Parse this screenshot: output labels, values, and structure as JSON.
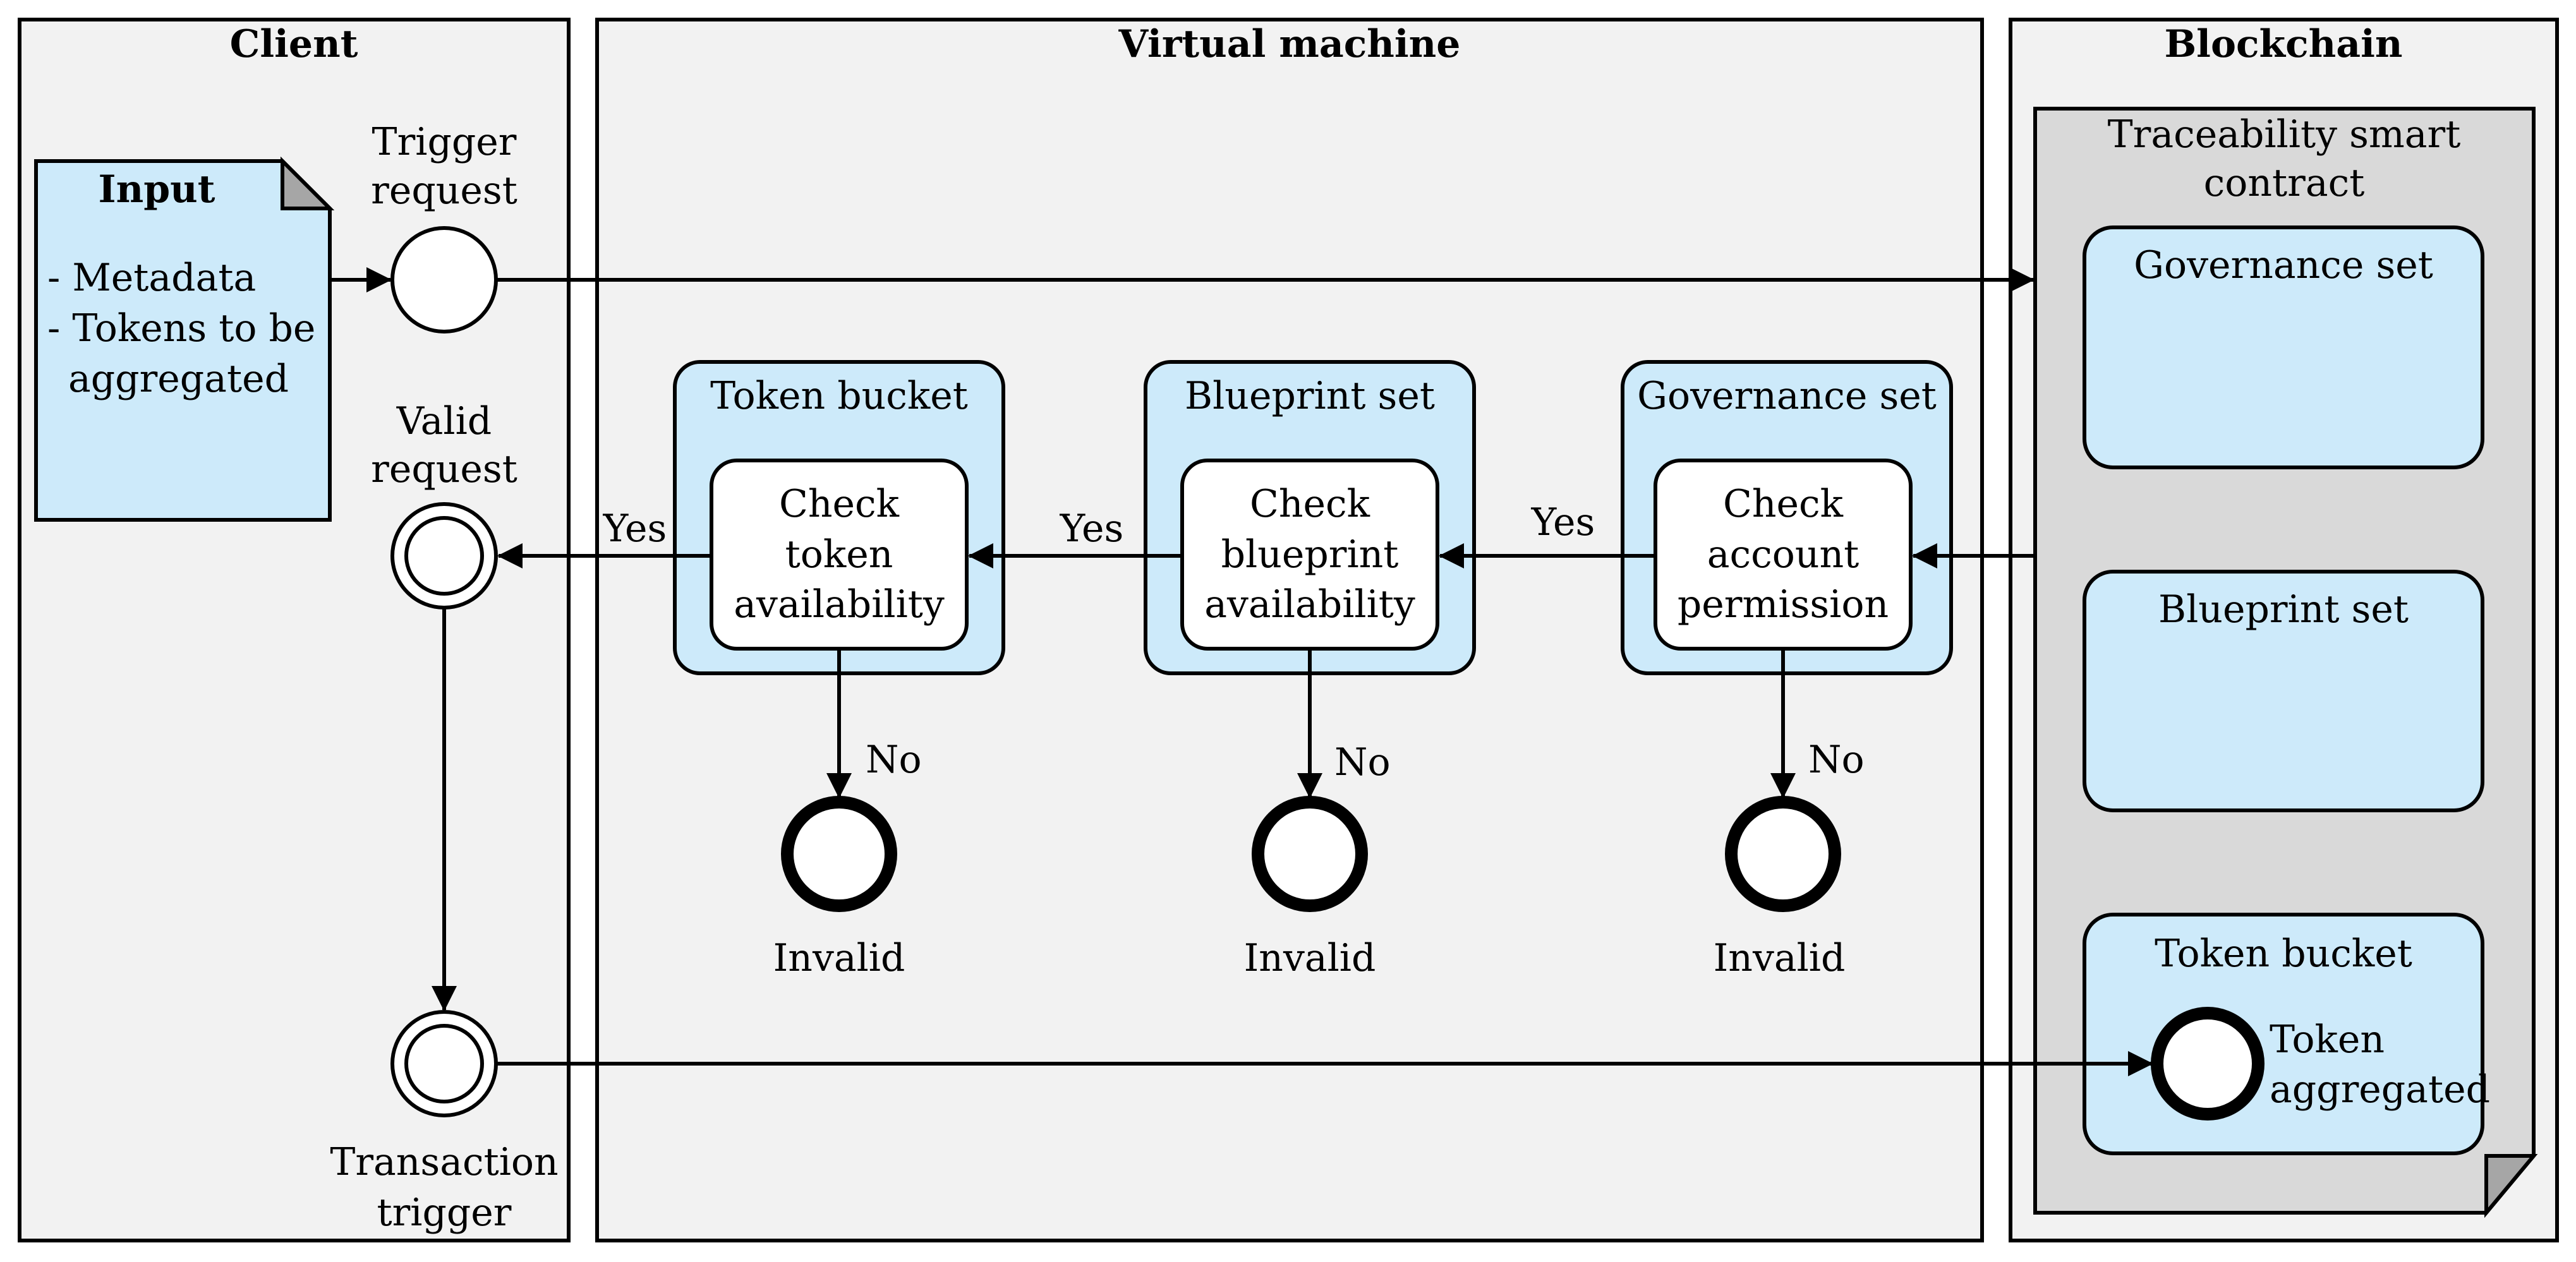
{
  "lanes": {
    "client": "Client",
    "vm": "Virtual machine",
    "blockchain": "Blockchain"
  },
  "input_doc": {
    "title": "Input",
    "line1": "- Metadata",
    "line2": "- Tokens to be",
    "line3": "aggregated"
  },
  "events": {
    "trigger_request_l1": "Trigger",
    "trigger_request_l2": "request",
    "valid_request_l1": "Valid",
    "valid_request_l2": "request",
    "transaction_trigger_l1": "Transaction",
    "transaction_trigger_l2": "trigger"
  },
  "vm_groups": {
    "token_bucket": {
      "title": "Token bucket",
      "task_l1": "Check",
      "task_l2": "token",
      "task_l3": "availability"
    },
    "blueprint_set": {
      "title": "Blueprint set",
      "task_l1": "Check",
      "task_l2": "blueprint",
      "task_l3": "availability"
    },
    "governance_set": {
      "title": "Governance set",
      "task_l1": "Check",
      "task_l2": "account",
      "task_l3": "permission"
    }
  },
  "flow_labels": {
    "yes": "Yes",
    "no": "No",
    "invalid": "Invalid"
  },
  "contract": {
    "title_l1": "Traceability smart",
    "title_l2": "contract",
    "governance_set": "Governance set",
    "blueprint_set": "Blueprint set",
    "token_bucket": "Token bucket",
    "token_aggregated_l1": "Token",
    "token_aggregated_l2": "aggregated"
  }
}
